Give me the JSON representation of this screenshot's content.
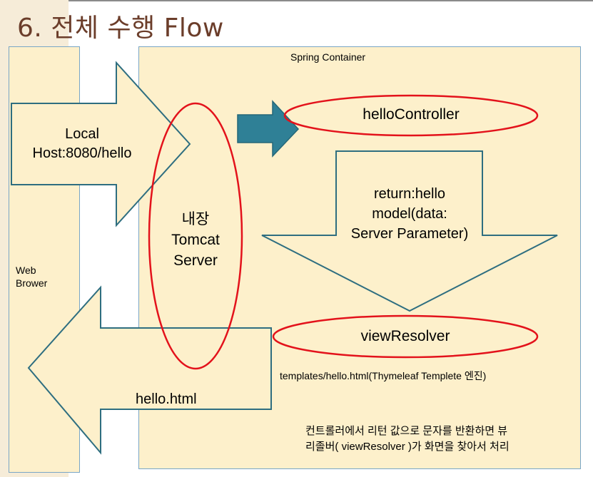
{
  "title": "6. 전체 수행 Flow",
  "browser": {
    "label_line1": "Web",
    "label_line2": "Brower"
  },
  "container": {
    "label": "Spring Container"
  },
  "request": {
    "line1": "Local",
    "line2": "Host:8080/hello"
  },
  "tomcat": {
    "line1": "내장",
    "line2": "Tomcat",
    "line3": "Server"
  },
  "controller": {
    "label": "helloController"
  },
  "return_arrow": {
    "line1": "return:hello",
    "line2": "model(data:",
    "line3": "Server Parameter)"
  },
  "view_resolver": {
    "label": "viewResolver"
  },
  "template_note": "templates/hello.html(Thymeleaf Templete 엔진)",
  "response": {
    "label": "hello.html"
  },
  "footer_note": {
    "line1": "컨트롤러에서 리턴 값으로 문자를 반환하면 뷰",
    "line2": "리졸버( viewResolver )가 화면을 찾아서 처리"
  },
  "colors": {
    "title": "#6b3d2a",
    "box_fill": "#fdf0cb",
    "box_border": "#79a6c6",
    "arrow_outline": "#2e6e80",
    "solid_arrow": "#2f8096",
    "ellipse": "#e3121b"
  }
}
